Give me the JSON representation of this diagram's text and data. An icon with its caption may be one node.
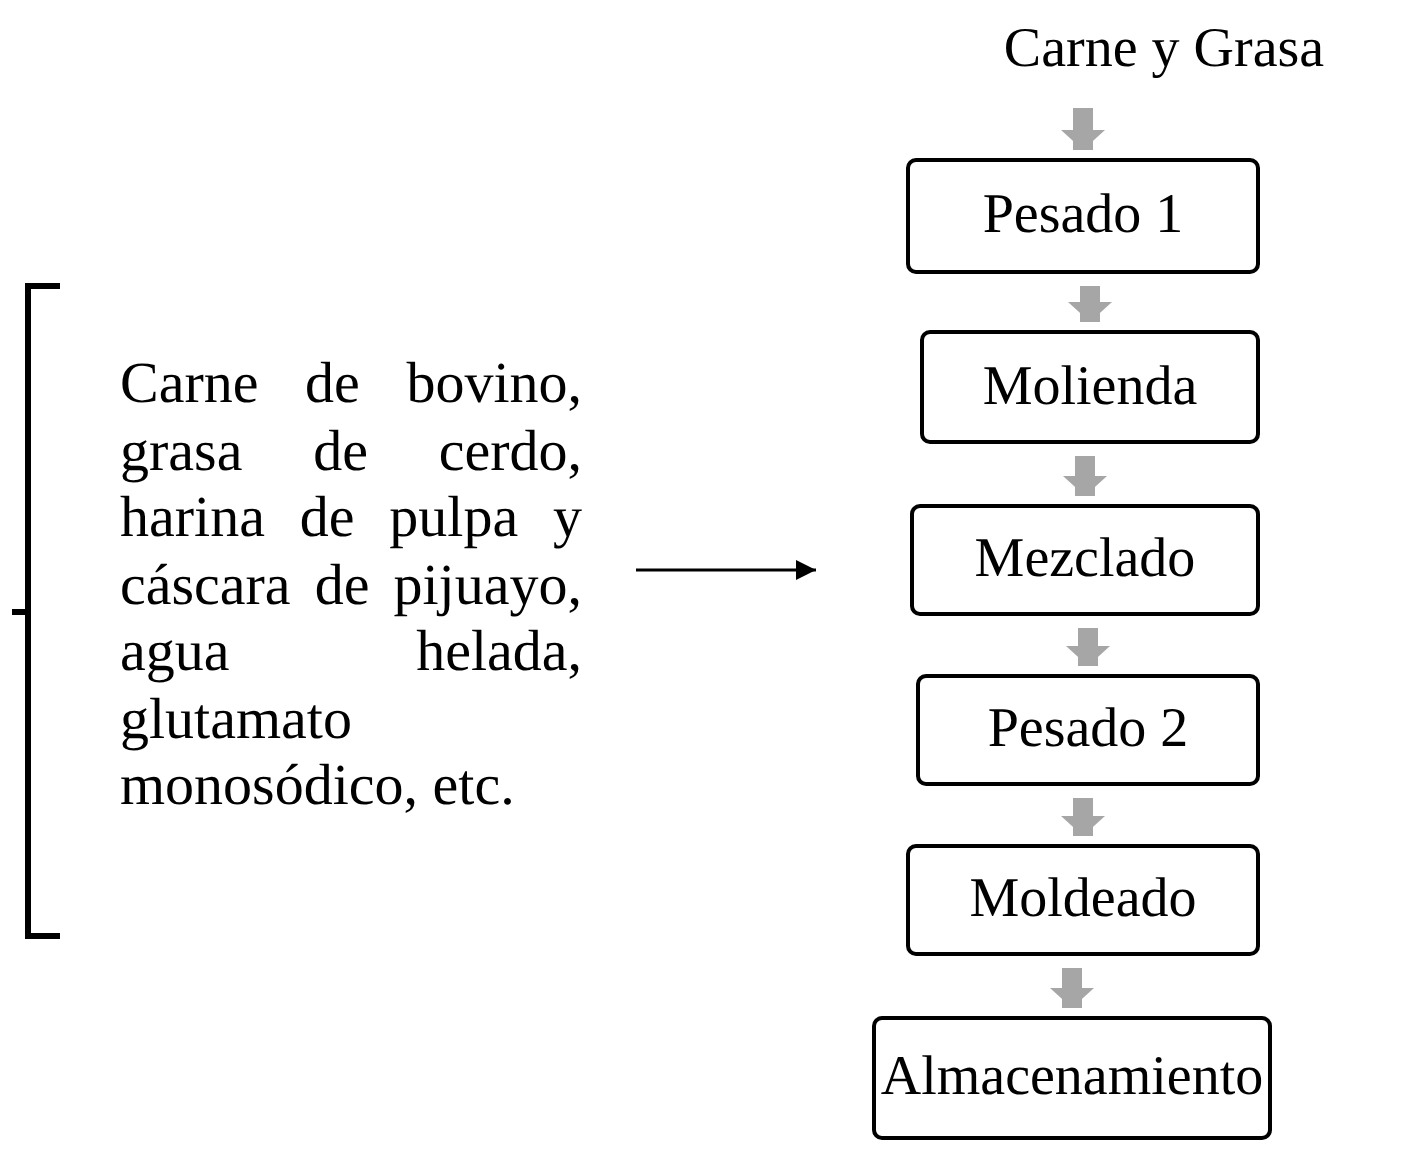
{
  "diagram": {
    "nodes": [
      {
        "text": [
          "Carne y Grasa"
        ]
      },
      {
        "text": [
          "Pesado 1"
        ]
      },
      {
        "text": [
          "Molienda"
        ]
      },
      {
        "text": [
          "Mezclado"
        ]
      },
      {
        "text": [
          "Pesado 2"
        ]
      },
      {
        "text": [
          "Moldeado"
        ]
      },
      {
        "text": [
          "Almacenamiento"
        ]
      },
      {
        "text": [
          "Carne de bovino, grasa de cerdo, harina de pulpa y cáscara de pijuayo, agua helada, glutamato monosódico, etc."
        ]
      }
    ],
    "edges": [
      {
        "from": 0,
        "to": 1,
        "arrow": "to"
      },
      {
        "from": 1,
        "to": 2,
        "arrow": "to"
      },
      {
        "from": 2,
        "to": 3,
        "arrow": "to"
      },
      {
        "from": 3,
        "to": 4,
        "arrow": "to"
      },
      {
        "from": 4,
        "to": 5,
        "arrow": "to"
      },
      {
        "from": 5,
        "to": 6,
        "arrow": "to"
      },
      {
        "from": 7,
        "to": 3,
        "arrow": "to",
        "color": "#000000"
      }
    ]
  }
}
